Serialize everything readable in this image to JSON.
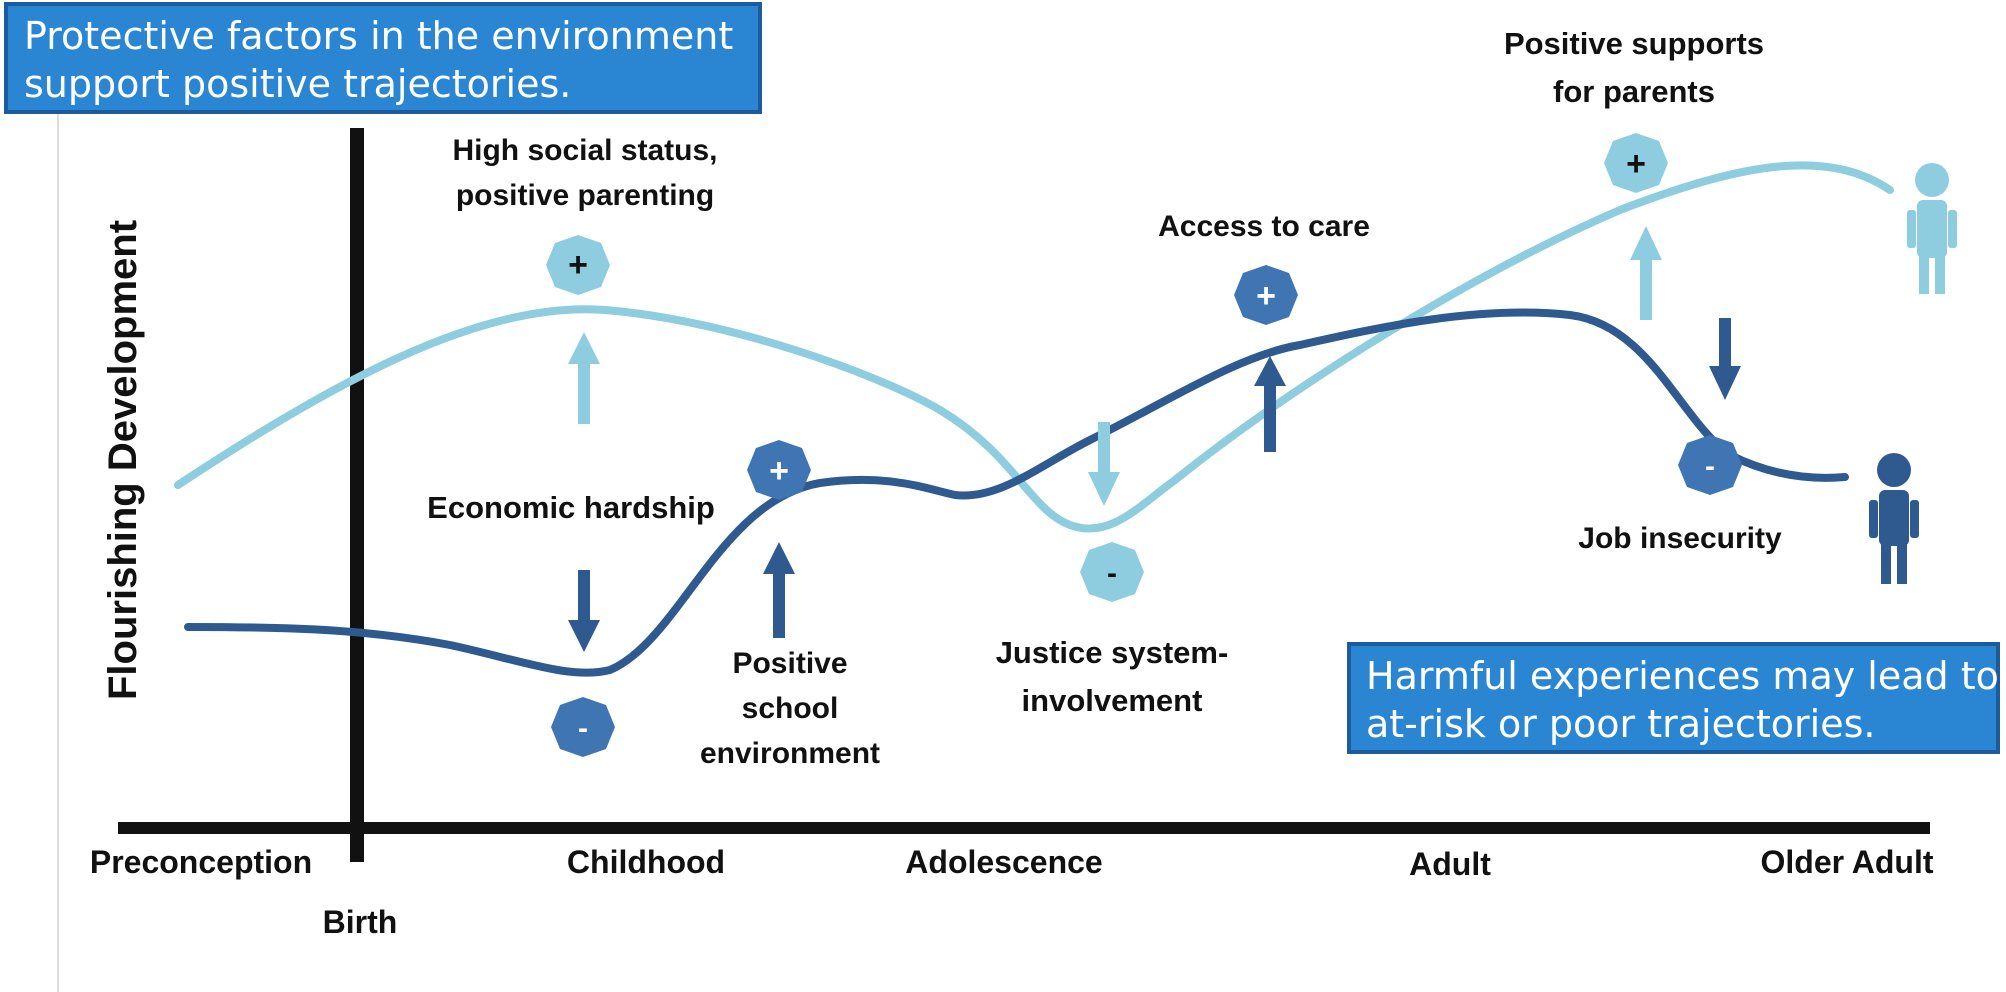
{
  "colors": {
    "light_curve": "#8ecde0",
    "dark_curve": "#2e5a8f",
    "box_fill": "#2a86d2",
    "box_border": "#1c5c9c",
    "plus_badge_light": "#8ecde0",
    "plus_badge_dark": "#3f75b3",
    "axis": "#111111"
  },
  "callouts": {
    "protective": [
      "Protective factors in the environment",
      "support positive trajectories."
    ],
    "harmful": [
      "Harmful experiences may lead to",
      "at-risk or poor trajectories."
    ]
  },
  "y_axis_label": "Flourishing Development",
  "x_axis": {
    "stages": [
      "Preconception",
      "Childhood",
      "Adolescence",
      "Adult",
      "Older Adult"
    ],
    "birth": "Birth"
  },
  "factors": {
    "high_status": [
      "High social status,",
      "positive parenting"
    ],
    "economic": [
      "Economic hardship"
    ],
    "school": [
      "Positive",
      "school",
      "environment"
    ],
    "justice": [
      "Justice system-",
      "involvement"
    ],
    "care": [
      "Access to care"
    ],
    "parents": [
      "Positive supports",
      "for parents"
    ],
    "job": [
      "Job insecurity"
    ]
  },
  "signs": {
    "plus": "+",
    "minus": "-"
  }
}
